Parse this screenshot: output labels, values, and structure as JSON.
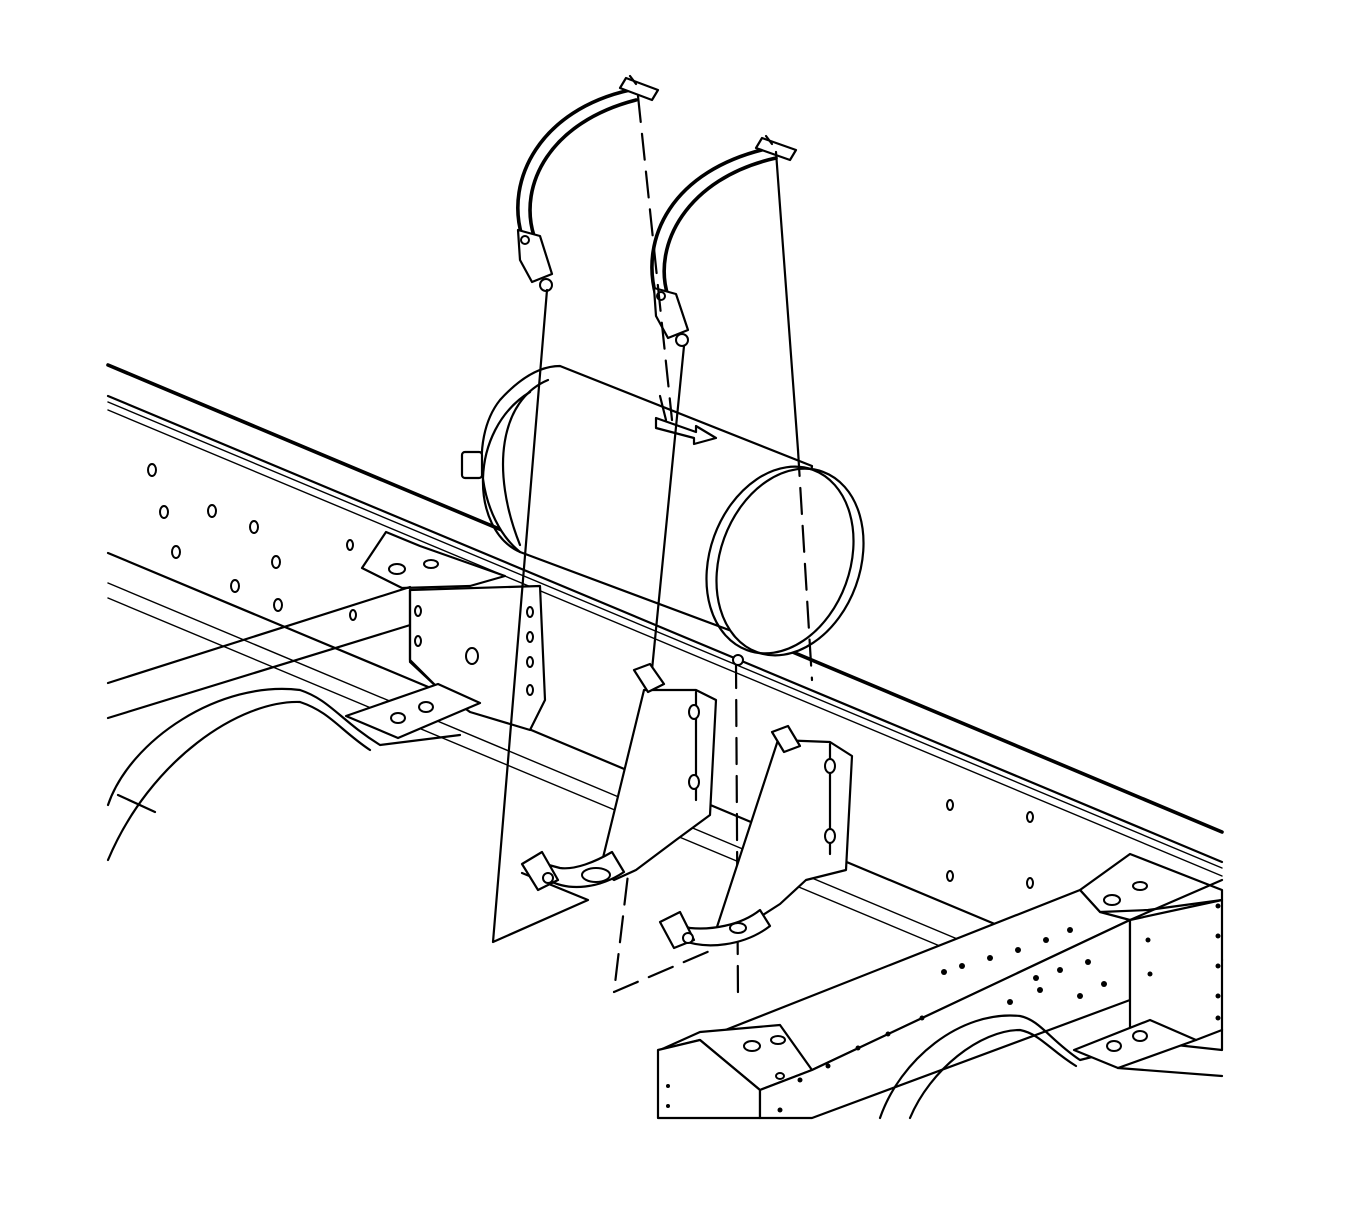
{
  "diagram": {
    "subject": "",
    "colors": {
      "line": "#000000",
      "background": "#ffffff"
    },
    "parts": [
      {
        "id": "frame-rail-left",
        "kind": "frame-rail"
      },
      {
        "id": "frame-rail-right",
        "kind": "frame-rail"
      },
      {
        "id": "crossmember-rear",
        "kind": "crossmember"
      },
      {
        "id": "crossmember-front",
        "kind": "crossmember"
      },
      {
        "id": "air-tank",
        "kind": "cylinder"
      },
      {
        "id": "strap-left",
        "kind": "strap"
      },
      {
        "id": "strap-right",
        "kind": "strap"
      },
      {
        "id": "bracket-left",
        "kind": "bracket"
      },
      {
        "id": "bracket-right",
        "kind": "bracket"
      }
    ],
    "text_labels": []
  }
}
